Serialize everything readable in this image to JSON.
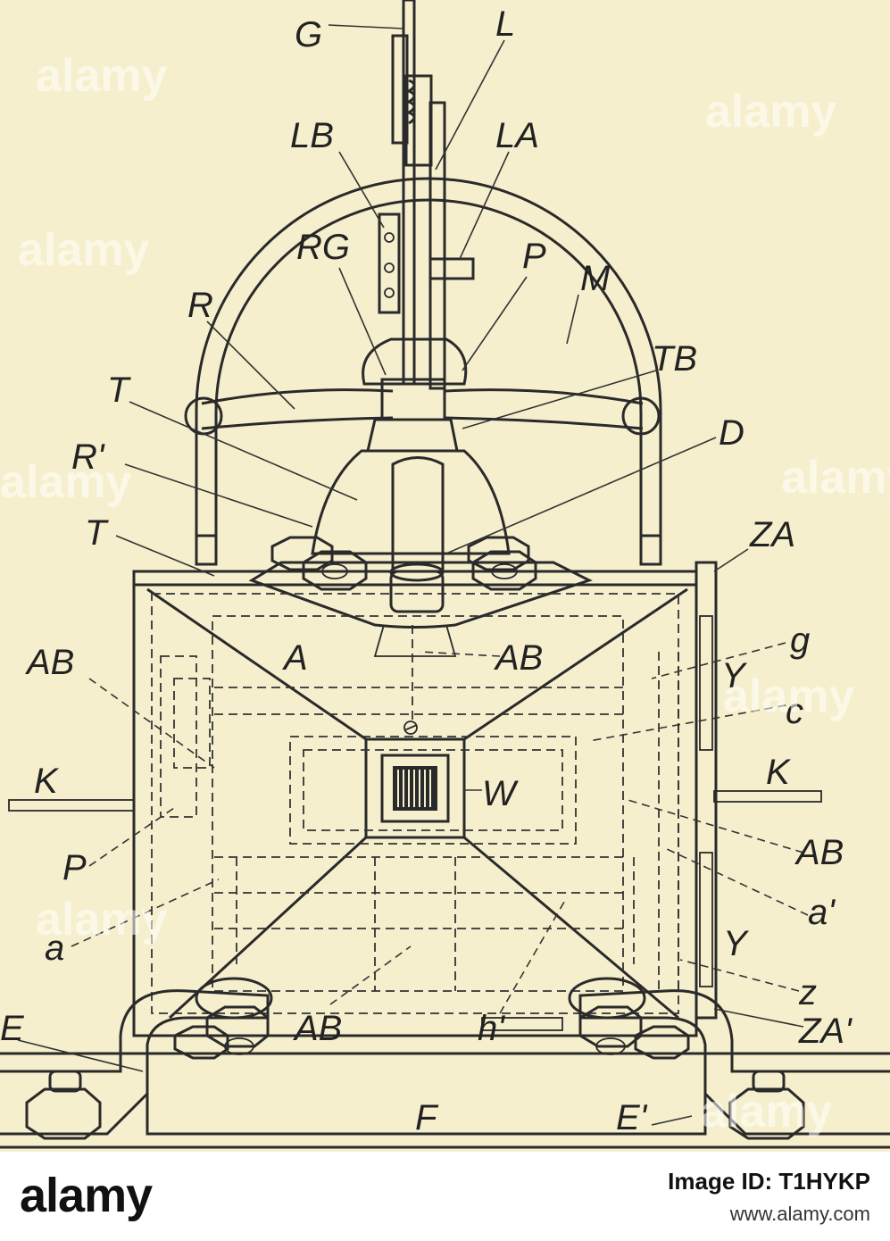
{
  "labels": {
    "G": "G",
    "L": "L",
    "LB": "LB",
    "LA": "LA",
    "RG": "RG",
    "P_top": "P",
    "M": "M",
    "R": "R",
    "TB": "TB",
    "T_upper": "T",
    "D": "D",
    "R_prime": "R'",
    "T_lower": "T",
    "ZA": "ZA",
    "AB_left": "AB",
    "A": "A",
    "AB_center": "AB",
    "g": "g",
    "Y_upper": "Y",
    "c": "c",
    "K_left": "K",
    "K_right": "K",
    "W": "W",
    "AB_right": "AB",
    "P_left": "P",
    "a_prime": "a'",
    "a": "a",
    "Y_lower": "Y",
    "z": "z",
    "E": "E",
    "AB_bottom": "AB",
    "h": "h'",
    "ZA_prime": "ZA'",
    "F": "F",
    "E_prime": "E'"
  },
  "footer": {
    "brand": "alamy",
    "image_id": "Image ID: T1HYKP",
    "site": "www.alamy.com"
  },
  "watermarks": [
    "alamy",
    "alamy",
    "alamy",
    "alamy",
    "alamy",
    "alamy",
    "alamy",
    "alamy"
  ],
  "colors": {
    "paper": "#f6efcd",
    "ink": "#2a2a2a",
    "footer": "#ffffff"
  }
}
